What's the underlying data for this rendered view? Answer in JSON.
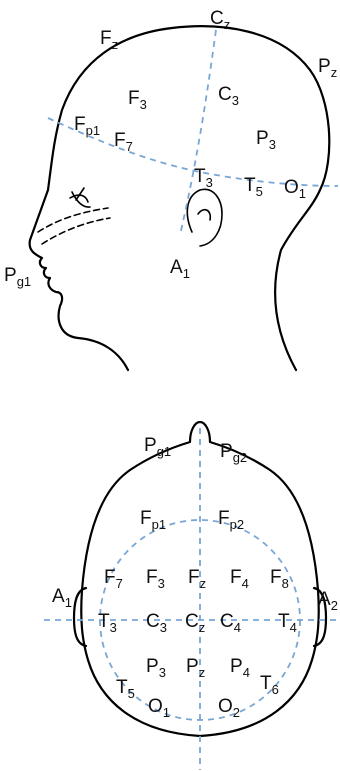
{
  "side_view": {
    "labels": [
      {
        "base": "F",
        "sub": "z"
      },
      {
        "base": "C",
        "sub": "z"
      },
      {
        "base": "P",
        "sub": "z"
      },
      {
        "base": "F",
        "sub": "3"
      },
      {
        "base": "C",
        "sub": "3"
      },
      {
        "base": "F",
        "sub": "p1"
      },
      {
        "base": "F",
        "sub": "7"
      },
      {
        "base": "P",
        "sub": "3"
      },
      {
        "base": "T",
        "sub": "3"
      },
      {
        "base": "T",
        "sub": "5"
      },
      {
        "base": "O",
        "sub": "1"
      },
      {
        "base": "P",
        "sub": "g1"
      },
      {
        "base": "A",
        "sub": "1"
      }
    ]
  },
  "top_view": {
    "labels": [
      {
        "base": "P",
        "sub": "g1"
      },
      {
        "base": "P",
        "sub": "g2"
      },
      {
        "base": "F",
        "sub": "p1"
      },
      {
        "base": "F",
        "sub": "p2"
      },
      {
        "base": "A",
        "sub": "1"
      },
      {
        "base": "A",
        "sub": "2"
      },
      {
        "base": "F",
        "sub": "7"
      },
      {
        "base": "F",
        "sub": "3"
      },
      {
        "base": "F",
        "sub": "z"
      },
      {
        "base": "F",
        "sub": "4"
      },
      {
        "base": "F",
        "sub": "8"
      },
      {
        "base": "T",
        "sub": "3"
      },
      {
        "base": "C",
        "sub": "3"
      },
      {
        "base": "C",
        "sub": "z"
      },
      {
        "base": "C",
        "sub": "4"
      },
      {
        "base": "T",
        "sub": "4"
      },
      {
        "base": "P",
        "sub": "3"
      },
      {
        "base": "P",
        "sub": "z"
      },
      {
        "base": "P",
        "sub": "4"
      },
      {
        "base": "T",
        "sub": "5"
      },
      {
        "base": "T",
        "sub": "6"
      },
      {
        "base": "O",
        "sub": "1"
      },
      {
        "base": "O",
        "sub": "2"
      }
    ]
  }
}
